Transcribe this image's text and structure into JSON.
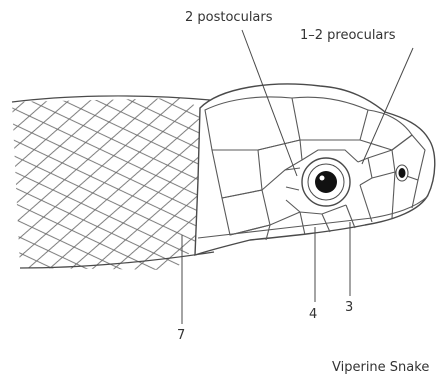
{
  "labels": {
    "postoculars": "2 postoculars",
    "preoculars": "1–2 preoculars",
    "upper_labial_4": "4",
    "upper_labial_3": "3",
    "upper_labial_7": "7"
  },
  "caption": "Viperine Snake",
  "colors": {
    "line": "#4a4a4a",
    "text": "#333333",
    "eye": "#111111"
  }
}
